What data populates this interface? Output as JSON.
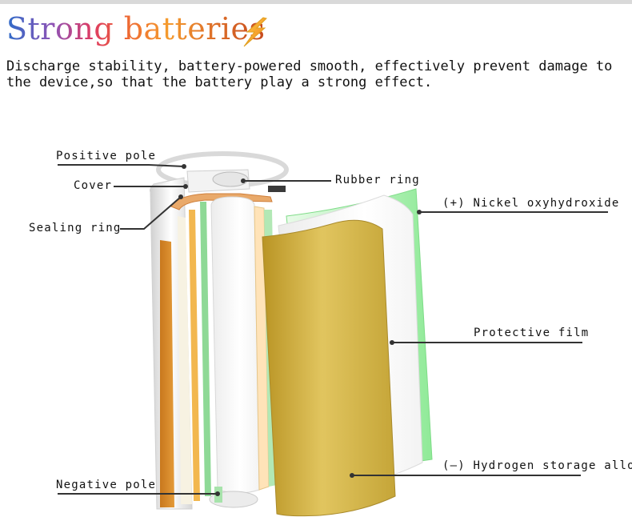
{
  "title": "Strong batteries",
  "subtitle": "Discharge stability, battery-powered smooth, effectively prevent damage to the device,so that the battery play a strong effect.",
  "labels": {
    "positive_pole": "Positive pole",
    "cover": "Cover",
    "sealing_ring": "Sealing ring",
    "rubber_ring": "Rubber ring",
    "nickel": "(+) Nickel oxyhydroxide",
    "protective_film": "Protective film",
    "hydrogen": "(—) Hydrogen storage alloy",
    "negative_pole": "Negative pole"
  },
  "colors": {
    "separator": "#98ec9d",
    "electrode": "#c9a93a",
    "shell": "#e9e9e9",
    "leader_line": "#333333"
  }
}
